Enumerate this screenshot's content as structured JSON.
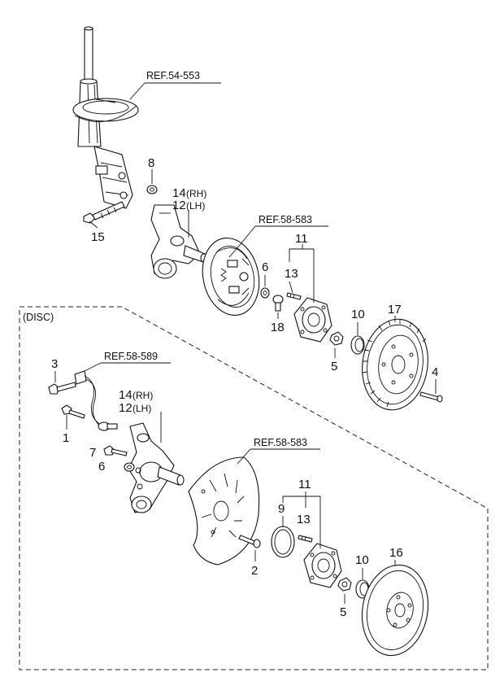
{
  "section_label": "(DISC)",
  "refs": {
    "strut": "REF.54-553",
    "drum_backing": "REF.58-583",
    "abs_sensor": "REF.58-589",
    "disc_shield": "REF.58-583"
  },
  "callouts_upper": {
    "p8": "8",
    "p14": "14",
    "p14_side": "(RH)",
    "p12": "12",
    "p12_side": "(LH)",
    "p15": "15",
    "p6": "6",
    "p11": "11",
    "p13": "13",
    "p18": "18",
    "p10": "10",
    "p17": "17",
    "p5": "5",
    "p4": "4"
  },
  "callouts_lower": {
    "p3": "3",
    "p1": "1",
    "p14": "14",
    "p14_side": "(RH)",
    "p12": "12",
    "p12_side": "(LH)",
    "p7": "7",
    "p6": "6",
    "p11": "11",
    "p9": "9",
    "p13": "13",
    "p2": "2",
    "p10": "10",
    "p16": "16",
    "p5": "5"
  }
}
